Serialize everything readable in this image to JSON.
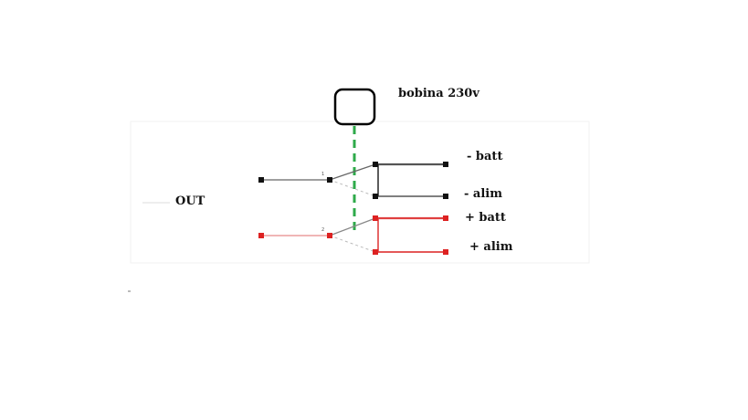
{
  "diagram": {
    "coil_label": "bobina 230v",
    "output_label": "OUT",
    "terminals": {
      "minus_batt": "- batt",
      "minus_alim": "- alim",
      "plus_batt": "+ batt",
      "plus_alim": "+ alim"
    },
    "pins": {
      "pole_1": "1",
      "pole_2": "2"
    }
  },
  "colors": {
    "negative_wire": "#555555",
    "positive_wire": "#e04040",
    "node_black": "#111111",
    "node_red": "#dd2222",
    "mechanical_link": "#2eaa4a",
    "coil_outline": "#000000"
  }
}
